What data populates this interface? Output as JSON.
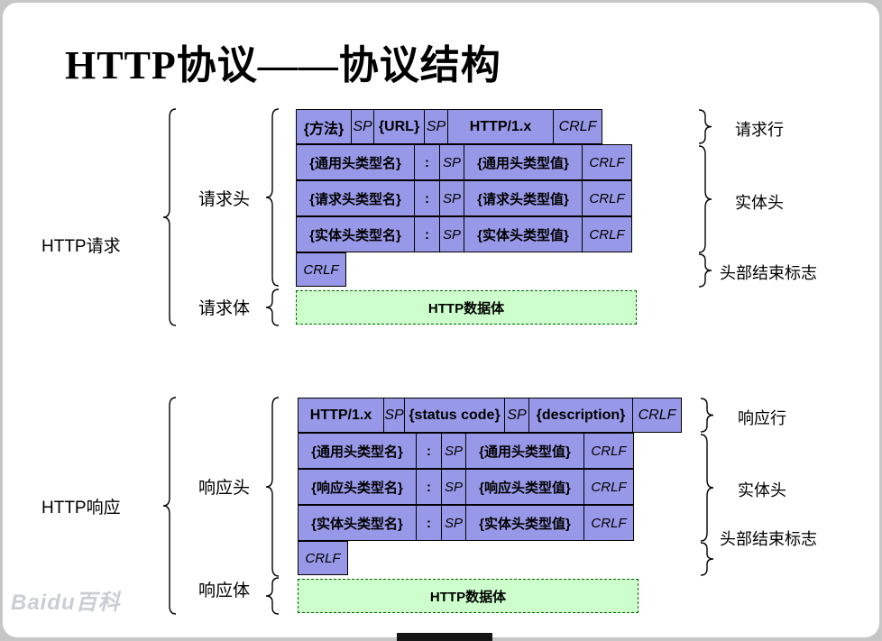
{
  "page": {
    "title": "HTTP协议——协议结构"
  },
  "colors": {
    "cell_purple": "#9898e8",
    "data_green": "#ccffcc",
    "data_green_border": "#006600"
  },
  "request": {
    "label": "HTTP请求",
    "header_label": "请求头",
    "body_label": "请求体",
    "line_cells": [
      "{方法}",
      "SP",
      "{URL}",
      "SP",
      "HTTP/1.x",
      "CRLF"
    ],
    "header_rows": [
      [
        "{通用头类型名}",
        ":",
        "SP",
        "{通用头类型值}",
        "CRLF"
      ],
      [
        "{请求头类型名}",
        ":",
        "SP",
        "{请求头类型值}",
        "CRLF"
      ],
      [
        "{实体头类型名}",
        ":",
        "SP",
        "{实体头类型值}",
        "CRLF"
      ]
    ],
    "crlf": "CRLF",
    "data_body": "HTTP数据体",
    "right_labels": [
      "请求行",
      "实体头",
      "头部结束标志"
    ]
  },
  "response": {
    "label": "HTTP响应",
    "header_label": "响应头",
    "body_label": "响应体",
    "line_cells": [
      "HTTP/1.x",
      "SP",
      "{status code}",
      "SP",
      "{description}",
      "CRLF"
    ],
    "header_rows": [
      [
        "{通用头类型名}",
        ":",
        "SP",
        "{通用头类型值}",
        "CRLF"
      ],
      [
        "{响应头类型名}",
        ":",
        "SP",
        "{响应头类型值}",
        "CRLF"
      ],
      [
        "{实体头类型名}",
        ":",
        "SP",
        "{实体头类型值}",
        "CRLF"
      ]
    ],
    "crlf": "CRLF",
    "data_body": "HTTP数据体",
    "right_labels": [
      "响应行",
      "实体头",
      "头部结束标志"
    ]
  },
  "watermark": "Baidu百科"
}
